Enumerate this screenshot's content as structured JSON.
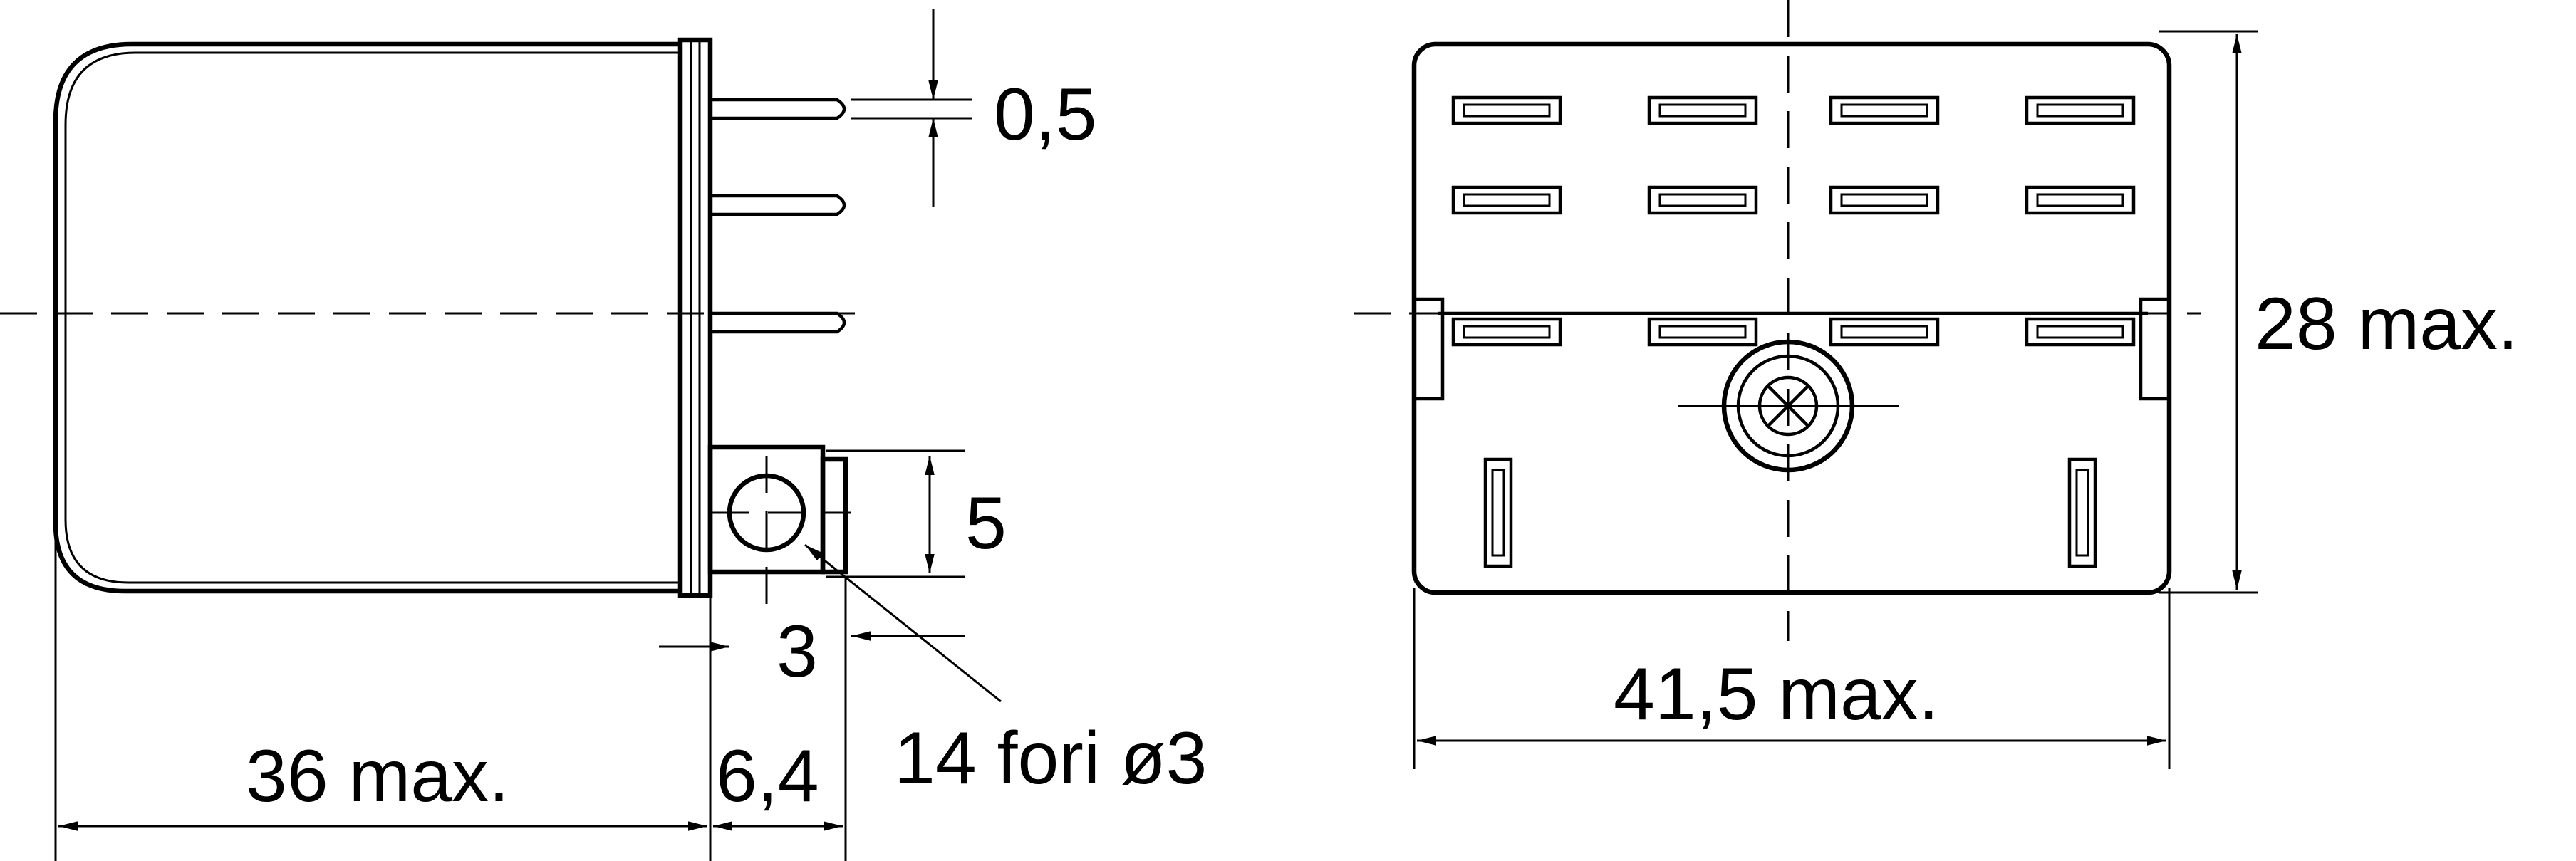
{
  "dimensions": {
    "pin_thickness": "0,5",
    "pin_spacing": "5",
    "hole_diameter": "3",
    "length": "36 max.",
    "flange": "6,4",
    "holes_note": "14 fori ø3",
    "width": "41,5 max.",
    "height": "28 max."
  },
  "colors": {
    "line": "#000000",
    "background": "#ffffff"
  }
}
